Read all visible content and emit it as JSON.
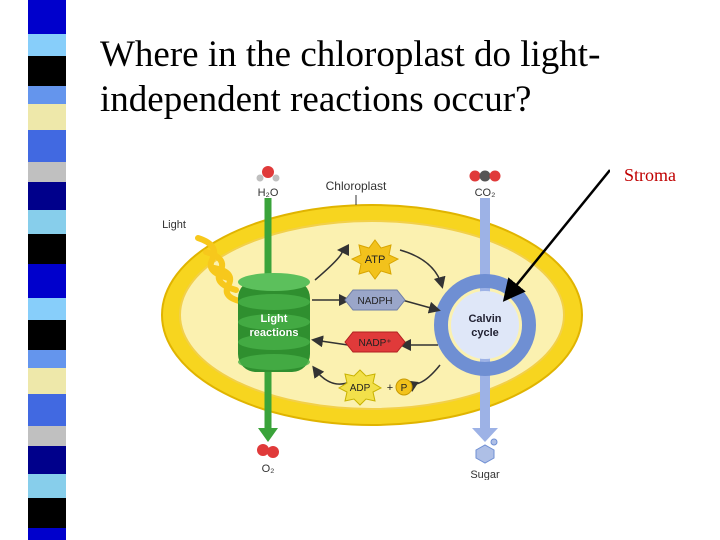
{
  "slide": {
    "title_line1": "Where in the chloroplast do light-",
    "title_line2": "independent reactions occur?",
    "callout": "Stroma"
  },
  "diagram": {
    "labels": {
      "h2o": "H₂O",
      "chloroplast": "Chloroplast",
      "co2": "CO₂",
      "light": "Light",
      "atp": "ATP",
      "nadph": "NADPH",
      "nadp": "NADP⁺",
      "adp": "ADP",
      "plus": "+",
      "p": "P",
      "light_reactions_1": "Light",
      "light_reactions_2": "reactions",
      "calvin_1": "Calvin",
      "calvin_2": "cycle",
      "o2": "O₂",
      "sugar": "Sugar"
    }
  },
  "colors": {
    "title": "#000000",
    "callout": "#c00000",
    "chloroplast_outer": "#f7d51f",
    "chloroplast_inner": "#fbf1b0",
    "thylakoid": "#3a9a3a",
    "calvin": "#6f8fd3",
    "atp": "#f2c21c",
    "nadph": "#9aa6c9",
    "nadp": "#e03a3a"
  },
  "stripe_colors": [
    "#0000cc",
    "#87cefa",
    "#000000",
    "#6495ed",
    "#eee8aa",
    "#4169e1",
    "#c0c0c0",
    "#00008b",
    "#87ceeb",
    "#000000"
  ]
}
